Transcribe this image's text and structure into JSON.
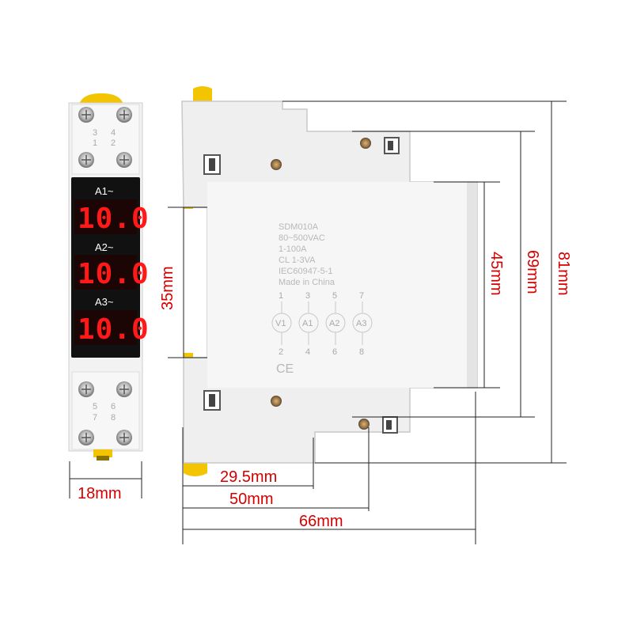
{
  "front": {
    "top_terminal_numbers": [
      "3",
      "4",
      "1",
      "2"
    ],
    "bottom_terminal_numbers": [
      "5",
      "6",
      "7",
      "8"
    ],
    "channels": [
      {
        "label": "A1~",
        "value": "10.0"
      },
      {
        "label": "A2~",
        "value": "10.0"
      },
      {
        "label": "A3~",
        "value": "10.0"
      }
    ]
  },
  "side": {
    "model": "SDM010A",
    "voltage": "80~500VAC",
    "current": "1-100A",
    "class": "CL 1-3VA",
    "standard": "IEC60947-5-1",
    "origin": "Made in China",
    "top_pins": [
      "1",
      "3",
      "5",
      "7"
    ],
    "circle_labels": [
      "V1",
      "A1",
      "A2",
      "A3"
    ],
    "bottom_pins": [
      "2",
      "4",
      "6",
      "8"
    ],
    "ce_mark": "CE"
  },
  "dimensions": {
    "width_front": "18mm",
    "rail_height": "35mm",
    "depth_1": "29.5mm",
    "depth_2": "50mm",
    "depth_3": "66mm",
    "height_1": "45mm",
    "height_2": "69mm",
    "height_3": "81mm"
  },
  "colors": {
    "body": "#efefef",
    "outline": "#c8c8c8",
    "clip": "#f3c400",
    "display_bg": "#111111",
    "digits": "#ff1a1a",
    "dimension_text": "#d40000"
  }
}
